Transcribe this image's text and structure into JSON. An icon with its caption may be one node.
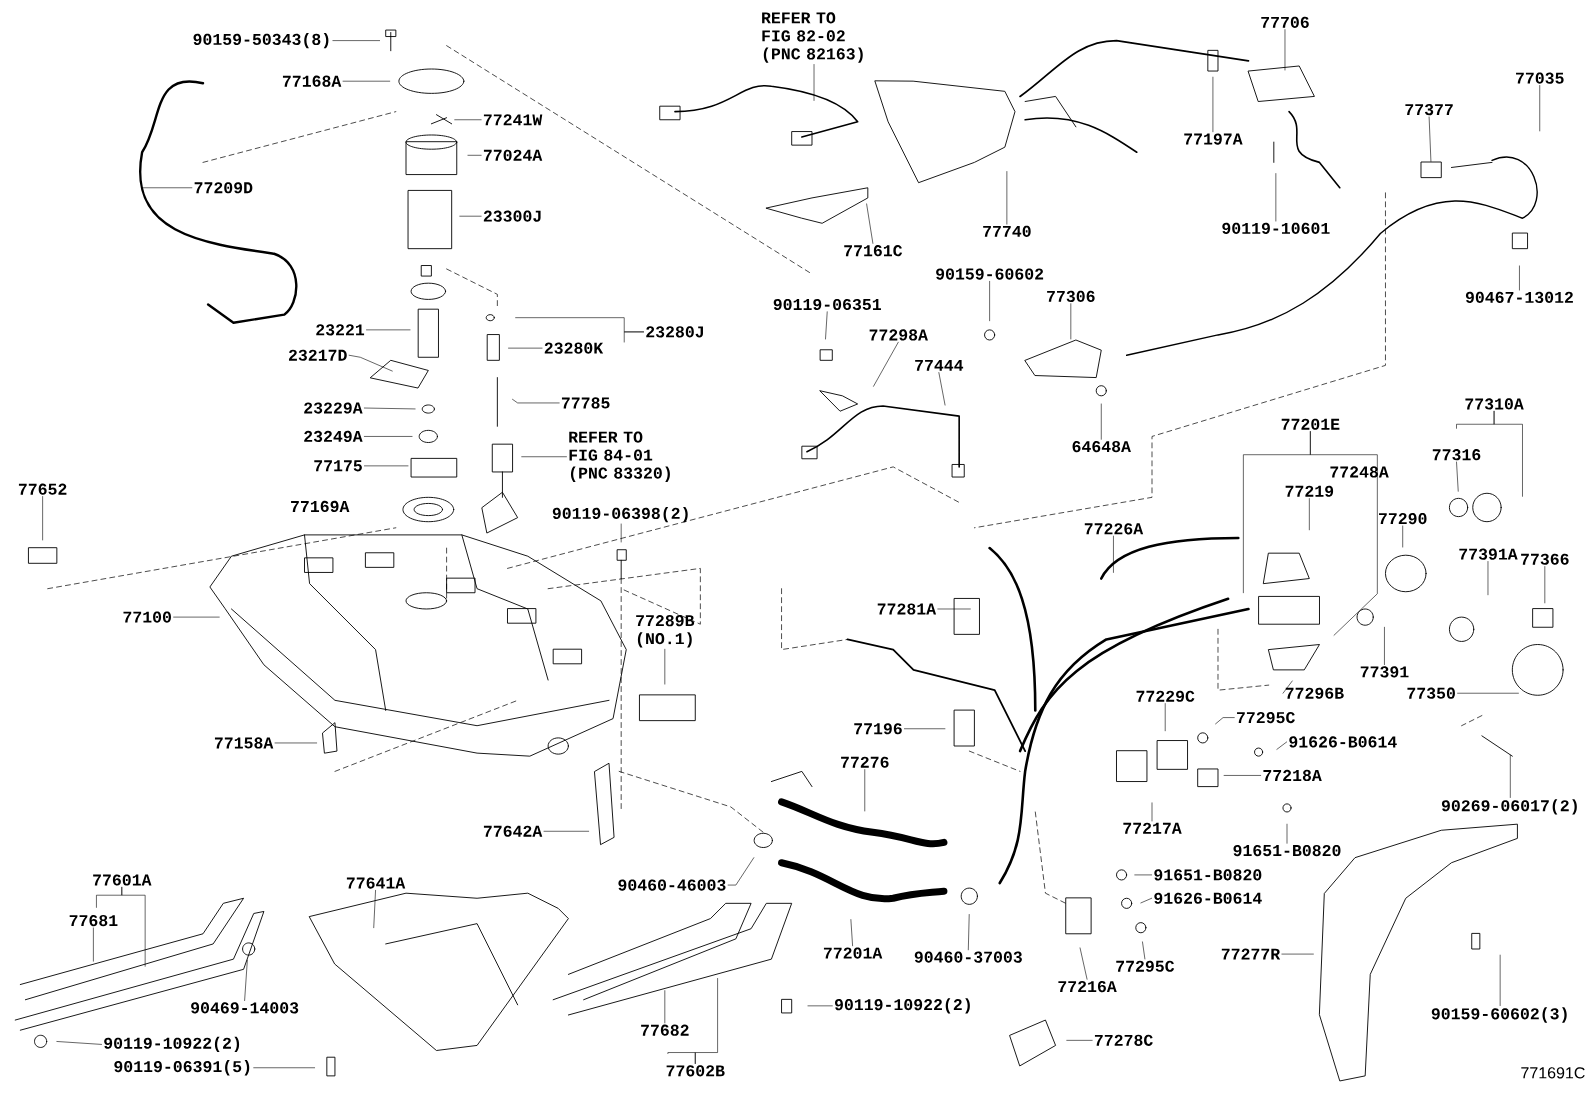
{
  "diagram": {
    "nodes": [
      {
        "text": [
          "90159-50343(8)"
        ]
      },
      {
        "text": [
          "77168A"
        ]
      },
      {
        "text": [
          "77241W"
        ]
      },
      {
        "text": [
          "77024A"
        ]
      },
      {
        "text": [
          "77209D"
        ]
      },
      {
        "text": [
          "23300J"
        ]
      },
      {
        "text": [
          "23221"
        ]
      },
      {
        "text": [
          "23280K"
        ]
      },
      {
        "text": [
          "23280J"
        ]
      },
      {
        "text": [
          "23217D"
        ]
      },
      {
        "text": [
          "23229A"
        ]
      },
      {
        "text": [
          "23249A"
        ]
      },
      {
        "text": [
          "77175"
        ]
      },
      {
        "text": [
          "77785"
        ]
      },
      {
        "text": [
          "REFER TO FIG 84-01 (PNC 83320)"
        ]
      },
      {
        "text": [
          "77652"
        ]
      },
      {
        "text": [
          "90119-06398(2)"
        ]
      },
      {
        "text": [
          "77100"
        ]
      },
      {
        "text": [
          "77289B",
          "(NO.1)"
        ]
      },
      {
        "text": [
          "77158A"
        ]
      },
      {
        "text": [
          "77642A"
        ]
      },
      {
        "text": [
          "90460-46003"
        ]
      },
      {
        "text": [
          "77601A"
        ]
      },
      {
        "text": [
          "77681"
        ]
      },
      {
        "text": [
          "90469-14003"
        ]
      },
      {
        "text": [
          "90119-10922(2)"
        ]
      },
      {
        "text": [
          "90119-06391(5)"
        ]
      },
      {
        "text": [
          "77641A"
        ]
      },
      {
        "text": [
          "77682"
        ]
      },
      {
        "text": [
          "77602B"
        ]
      },
      {
        "text": [
          "90119-10922(2)"
        ]
      },
      {
        "text": [
          "77201A"
        ]
      },
      {
        "text": [
          "90460-37003"
        ]
      },
      {
        "text": [
          "77276"
        ]
      },
      {
        "text": [
          "77196"
        ]
      },
      {
        "text": [
          "77281A"
        ]
      },
      {
        "text": [
          "77226A"
        ]
      },
      {
        "text": [
          "77444"
        ]
      },
      {
        "text": [
          "77298A"
        ]
      },
      {
        "text": [
          "90119-06351"
        ]
      },
      {
        "text": [
          "REFER TO FIG 82-02 (PNC 82163)"
        ]
      },
      {
        "text": [
          "77161C"
        ]
      },
      {
        "text": [
          "77740"
        ]
      },
      {
        "text": [
          "77706"
        ]
      },
      {
        "text": [
          "77197A"
        ]
      },
      {
        "text": [
          "90119-10601"
        ]
      },
      {
        "text": [
          "77377"
        ]
      },
      {
        "text": [
          "77035"
        ]
      },
      {
        "text": [
          "90467-13012"
        ]
      },
      {
        "text": [
          "90159-60602"
        ]
      },
      {
        "text": [
          "77306"
        ]
      },
      {
        "text": [
          "64648A"
        ]
      },
      {
        "text": [
          "77201E"
        ]
      },
      {
        "text": [
          "77219"
        ]
      },
      {
        "text": [
          "77316"
        ]
      },
      {
        "text": [
          "77310A"
        ]
      },
      {
        "text": [
          "77290"
        ]
      },
      {
        "text": [
          "77391A"
        ]
      },
      {
        "text": [
          "77366"
        ]
      },
      {
        "text": [
          "77391"
        ]
      },
      {
        "text": [
          "77350"
        ]
      },
      {
        "text": [
          "77296B"
        ]
      },
      {
        "text": [
          "77229C"
        ]
      },
      {
        "text": [
          "77295C"
        ]
      },
      {
        "text": [
          "91626-B0614"
        ]
      },
      {
        "text": [
          "77218A"
        ]
      },
      {
        "text": [
          "77217A"
        ]
      },
      {
        "text": [
          "91651-B0820"
        ]
      },
      {
        "text": [
          "91651-B0820"
        ]
      },
      {
        "text": [
          "91626-B0614"
        ]
      },
      {
        "text": [
          "77295C"
        ]
      },
      {
        "text": [
          "77216A"
        ]
      },
      {
        "text": [
          "77278C"
        ]
      },
      {
        "text": [
          "77277R"
        ]
      },
      {
        "text": [
          "90159-60602(3)"
        ]
      },
      {
        "text": [
          "90269-06017(2)"
        ]
      }
    ],
    "edges": [
      {
        "from": 0,
        "to": null,
        "arrow": "none"
      },
      {
        "from": 1,
        "to": null,
        "arrow": "none"
      },
      {
        "from": 2,
        "to": null,
        "arrow": "none"
      },
      {
        "from": 3,
        "to": null,
        "arrow": "none"
      },
      {
        "from": 4,
        "to": null,
        "arrow": "none"
      },
      {
        "from": 5,
        "to": null,
        "arrow": "none"
      },
      {
        "from": 6,
        "to": null,
        "arrow": "none"
      },
      {
        "from": 7,
        "to": null,
        "arrow": "none"
      },
      {
        "from": 8,
        "to": null,
        "arrow": "none"
      },
      {
        "from": 9,
        "to": null,
        "arrow": "none"
      },
      {
        "from": 10,
        "to": null,
        "arrow": "none"
      },
      {
        "from": 11,
        "to": null,
        "arrow": "none"
      },
      {
        "from": 12,
        "to": null,
        "arrow": "none"
      },
      {
        "from": 13,
        "to": null,
        "arrow": "none"
      },
      {
        "from": 14,
        "to": null,
        "arrow": "none"
      },
      {
        "from": 15,
        "to": null,
        "arrow": "none"
      },
      {
        "from": 16,
        "to": null,
        "arrow": "none"
      },
      {
        "from": 17,
        "to": null,
        "arrow": "none"
      },
      {
        "from": 18,
        "to": null,
        "arrow": "none"
      },
      {
        "from": 19,
        "to": null,
        "arrow": "none"
      },
      {
        "from": 20,
        "to": null,
        "arrow": "none"
      },
      {
        "from": 21,
        "to": null,
        "arrow": "none"
      },
      {
        "from": 22,
        "to": null,
        "arrow": "none"
      },
      {
        "from": 23,
        "to": null,
        "arrow": "none"
      },
      {
        "from": 24,
        "to": null,
        "arrow": "none"
      },
      {
        "from": 25,
        "to": null,
        "arrow": "none"
      },
      {
        "from": 26,
        "to": null,
        "arrow": "none"
      },
      {
        "from": 27,
        "to": null,
        "arrow": "none"
      },
      {
        "from": 28,
        "to": null,
        "arrow": "none"
      },
      {
        "from": 29,
        "to": null,
        "arrow": "none"
      },
      {
        "from": 30,
        "to": null,
        "arrow": "none"
      },
      {
        "from": 31,
        "to": null,
        "arrow": "none"
      },
      {
        "from": 32,
        "to": null,
        "arrow": "none"
      },
      {
        "from": 33,
        "to": null,
        "arrow": "none"
      },
      {
        "from": 34,
        "to": null,
        "arrow": "none"
      },
      {
        "from": 35,
        "to": null,
        "arrow": "none"
      },
      {
        "from": 36,
        "to": null,
        "arrow": "none"
      },
      {
        "from": 37,
        "to": null,
        "arrow": "none"
      },
      {
        "from": 38,
        "to": null,
        "arrow": "none"
      },
      {
        "from": 39,
        "to": null,
        "arrow": "none"
      },
      {
        "from": 40,
        "to": null,
        "arrow": "none"
      },
      {
        "from": 41,
        "to": null,
        "arrow": "none"
      },
      {
        "from": 42,
        "to": null,
        "arrow": "none"
      },
      {
        "from": 43,
        "to": null,
        "arrow": "none"
      },
      {
        "from": 44,
        "to": null,
        "arrow": "none"
      },
      {
        "from": 45,
        "to": null,
        "arrow": "none"
      },
      {
        "from": 46,
        "to": null,
        "arrow": "none"
      },
      {
        "from": 47,
        "to": null,
        "arrow": "none"
      },
      {
        "from": 48,
        "to": null,
        "arrow": "none"
      },
      {
        "from": 49,
        "to": null,
        "arrow": "none"
      },
      {
        "from": 50,
        "to": null,
        "arrow": "none"
      },
      {
        "from": 51,
        "to": null,
        "arrow": "none"
      },
      {
        "from": 52,
        "to": null,
        "arrow": "none"
      },
      {
        "from": 53,
        "to": null,
        "arrow": "none"
      },
      {
        "from": 54,
        "to": null,
        "arrow": "none"
      },
      {
        "from": 55,
        "to": null,
        "arrow": "none"
      },
      {
        "from": 56,
        "to": null,
        "arrow": "none"
      },
      {
        "from": 57,
        "to": null,
        "arrow": "none"
      },
      {
        "from": 58,
        "to": null,
        "arrow": "none"
      },
      {
        "from": 59,
        "to": null,
        "arrow": "none"
      },
      {
        "from": 60,
        "to": null,
        "arrow": "none"
      },
      {
        "from": 61,
        "to": null,
        "arrow": "none"
      },
      {
        "from": 62,
        "to": null,
        "arrow": "none"
      },
      {
        "from": 63,
        "to": null,
        "arrow": "none"
      },
      {
        "from": 64,
        "to": null,
        "arrow": "none"
      },
      {
        "from": 65,
        "to": null,
        "arrow": "none"
      },
      {
        "from": 66,
        "to": null,
        "arrow": "none"
      },
      {
        "from": 67,
        "to": null,
        "arrow": "none"
      },
      {
        "from": 68,
        "to": null,
        "arrow": "none"
      },
      {
        "from": 69,
        "to": null,
        "arrow": "none"
      },
      {
        "from": 70,
        "to": null,
        "arrow": "none"
      },
      {
        "from": 71,
        "to": null,
        "arrow": "none"
      },
      {
        "from": 72,
        "to": null,
        "arrow": "none"
      },
      {
        "from": 73,
        "to": null,
        "arrow": "none"
      },
      {
        "from": 74,
        "to": null,
        "arrow": "none"
      },
      {
        "from": 75,
        "to": null,
        "arrow": "none"
      }
    ],
    "labels": [
      "77169A",
      "77248A",
      "771691C"
    ]
  }
}
